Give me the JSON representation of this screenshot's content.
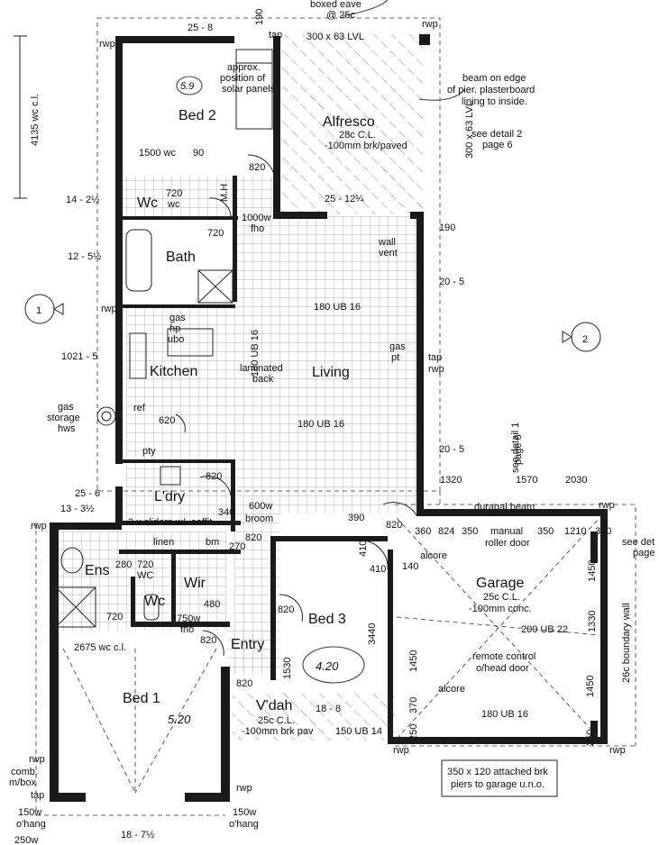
{
  "rooms": {
    "bed2": "Bed 2",
    "alfresco": "Alfresco",
    "wc": "Wc",
    "bath": "Bath",
    "kitchen": "Kitchen",
    "living": "Living",
    "ldry": "L'dry",
    "ens": "Ens",
    "wir": "Wir",
    "wc2": "Wc",
    "garage": "Garage",
    "bed3": "Bed 3",
    "entry": "Entry",
    "vdah": "V'dah",
    "bed1": "Bed 1"
  },
  "labels": {
    "boxed_eave": "boxed eave",
    "at_25c": "@ 25c",
    "d_25_8": "25 - 8",
    "d_190_top": "190",
    "tap_top": "tap",
    "lvl_top": "300 x 63 LVL",
    "rwp_top": "rwp",
    "rwp_topleft": "rwp",
    "solar_1": "approx.",
    "solar_2": "position of",
    "solar_3": "solar panels",
    "beam_1": "beam on edge",
    "beam_2": "of pier. plasterboard",
    "beam_3": "lining to inside.",
    "alf_cl": "28c C.L.",
    "alf_slab": "-100mm brk/paved",
    "lvl_side": "300 x 63 LVL",
    "detail2_1": "see detail 2",
    "detail2_2": "page 6",
    "wc_dim": "4135 wc c.l.",
    "d_1500wc": "1500 wc",
    "d_90": "90",
    "d_820_bed2": "820",
    "d_14_2": "14 - 2½",
    "d_720_wc": "720",
    "wc_small": "wc",
    "mh": "M.H",
    "d_1000w": "1000w",
    "fho_top": "fho",
    "d_720_bath": "720",
    "d_25_12": "25 - 12¼",
    "d_190_right": "190",
    "wall_vent_1": "wall",
    "wall_vent_2": "vent",
    "d_12_5": "12 - 5½",
    "d_20_5a": "20 - 5",
    "marker1": "1",
    "rwp_left1": "rwp",
    "ub_top": "180 UB 16",
    "gas_1": "gas",
    "hp": "hp",
    "ubo": "ubo",
    "gas_pt_1": "gas",
    "gas_pt_2": "pt",
    "marker2": "2",
    "d_1021": "1021 - 5",
    "ub_vert": "180 UB 16",
    "lam_1": "laminated",
    "lam_2": "back",
    "tap_right": "tap",
    "rwp_right": "rwp",
    "gas_st_1": "gas",
    "gas_st_2": "storage",
    "gas_st_3": "hws",
    "ref": "ref",
    "d_620": "620",
    "ub_mid": "180 UB 16",
    "detail1_1": "see detail 1",
    "detail1_2": "page 6",
    "pty": "pty",
    "d_20_5b": "20 - 5",
    "d_820_ldry": "820",
    "d_1320": "1320",
    "d_1570": "1570",
    "d_2030": "2030",
    "d_25_6": "25 - 6",
    "d_600w": "600w",
    "broom": "broom",
    "duragal": "duragal beam",
    "rwp_gar_top": "rwp",
    "d_13_3": "13 - 3½",
    "sliders": "3 x sliders w/- soffit",
    "d_340": "340",
    "d_390": "390",
    "d_820_hall": "820",
    "d_360a": "360",
    "d_824": "824",
    "d_350a": "350",
    "manual_1": "manual",
    "manual_2": "roller door",
    "d_350b": "350",
    "d_1210": "1210",
    "d_360b": "360",
    "see_det": "see det",
    "page_r": "page",
    "rwp_left2": "rwp",
    "linen": "linen",
    "bm": "bm",
    "d_820_bm": "820",
    "d_270": "270",
    "d_410a": "410",
    "alcore1": "alcore",
    "d_410b": "410",
    "d_140": "140",
    "d_1450a": "1450",
    "d_280": "280",
    "d_720_ens": "720",
    "wc_ens": "WC",
    "gar_cl": "25c C.L.",
    "gar_slab": "-100mm conc.",
    "boundary": "26c boundary wall",
    "d_480": "480",
    "d_820_bed3": "820",
    "d_3440": "3440",
    "d_1330": "1330",
    "d_720_ens2": "720",
    "d_750w": "750w",
    "fho_bot": "fho",
    "ub_gar": "200 UB 22",
    "d_2675": "2675 wc c.l.",
    "d_820_entry": "820",
    "remote_1": "remote control",
    "remote_2": "o/head door",
    "d_1530": "1530",
    "d_1450b": "1450",
    "d_1450c": "1450",
    "d_820_vdah": "820",
    "alcore2": "alcore",
    "d_370": "370",
    "vdah_cl": "25c C.L.",
    "d_18_8": "18 - 8",
    "ub_gar2": "180 UB 16",
    "vdah_slab": "-100mm brk pav",
    "ub_150": "150 UB 14",
    "d_250a": "250",
    "d_250b": "250",
    "rwp_gar_bl": "rwp",
    "rwp_gar_br": "rwp",
    "piers_1": "350 x 120 attached brk",
    "piers_2": "piers to garage u.n.o.",
    "rwp_bed1": "rwp",
    "comb_1": "comb.",
    "comb_2": "m/box",
    "tap_bed1": "tap",
    "rwp_bed1r": "rwp",
    "d_150w_l": "150w",
    "ohang_l": "o'hang",
    "d_150w_r": "150w",
    "ohang_r": "o'hang",
    "d_18_7": "18 - 7½",
    "d_250w": "250w",
    "hand_bed2": "5.9",
    "hand_bed3": "4.20",
    "hand_bed1": "5.20"
  }
}
